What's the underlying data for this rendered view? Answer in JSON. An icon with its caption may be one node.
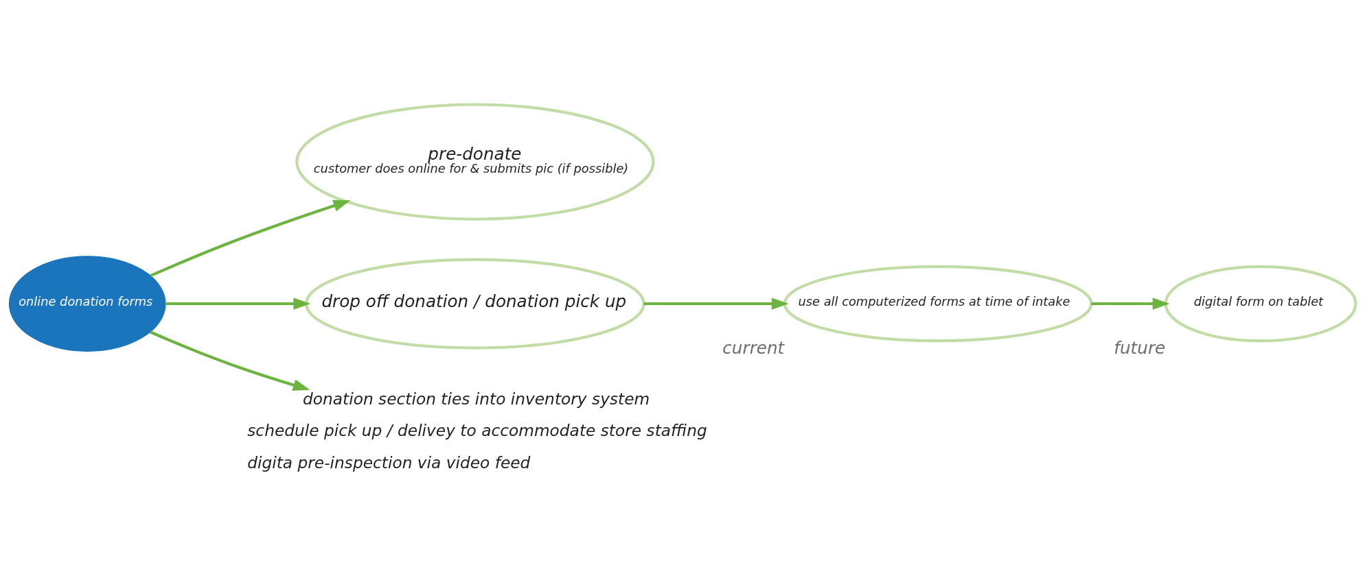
{
  "diagram": {
    "nodes": [
      {
        "text": [
          "online donation forms"
        ]
      },
      {
        "text": [
          "pre-donate",
          "customer does online for & submits pic (if possible)"
        ]
      },
      {
        "text": [
          "drop off donation / donation pick up"
        ]
      },
      {
        "text": [
          "use all computerized forms at time of intake"
        ],
        "beside": [
          "current"
        ]
      },
      {
        "text": [
          "digital form on tablet"
        ],
        "beside": [
          "future"
        ]
      },
      {
        "text": [
          "donation section ties into inventory system",
          "schedule pick up / delivey to accommodate store staffing",
          "digita pre-inspection via video feed"
        ]
      }
    ],
    "edges": [
      {
        "from": 0,
        "to": 1,
        "arrow": "to"
      },
      {
        "from": 0,
        "to": 2,
        "arrow": "to"
      },
      {
        "from": 0,
        "to": 5,
        "arrow": "to"
      },
      {
        "from": 2,
        "to": 3,
        "arrow": "to"
      },
      {
        "from": 3,
        "to": 4,
        "arrow": "to"
      }
    ]
  }
}
